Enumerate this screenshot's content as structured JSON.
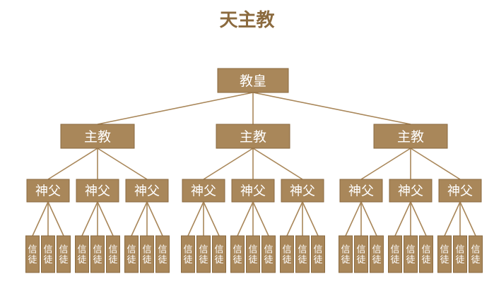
{
  "title": "天主教",
  "colors": {
    "box_fill": "#a9875a",
    "box_border": "#8a6a40",
    "box_text": "#ffffff",
    "connector": "#a9875a",
    "title_text": "#8b6a3e"
  },
  "hierarchy": {
    "pope": "教皇",
    "bishop": "主教",
    "priest": "神父",
    "believer": "信徒",
    "bishop_count": 3,
    "priests_per_bishop": 3,
    "believers_per_priest": 3
  }
}
